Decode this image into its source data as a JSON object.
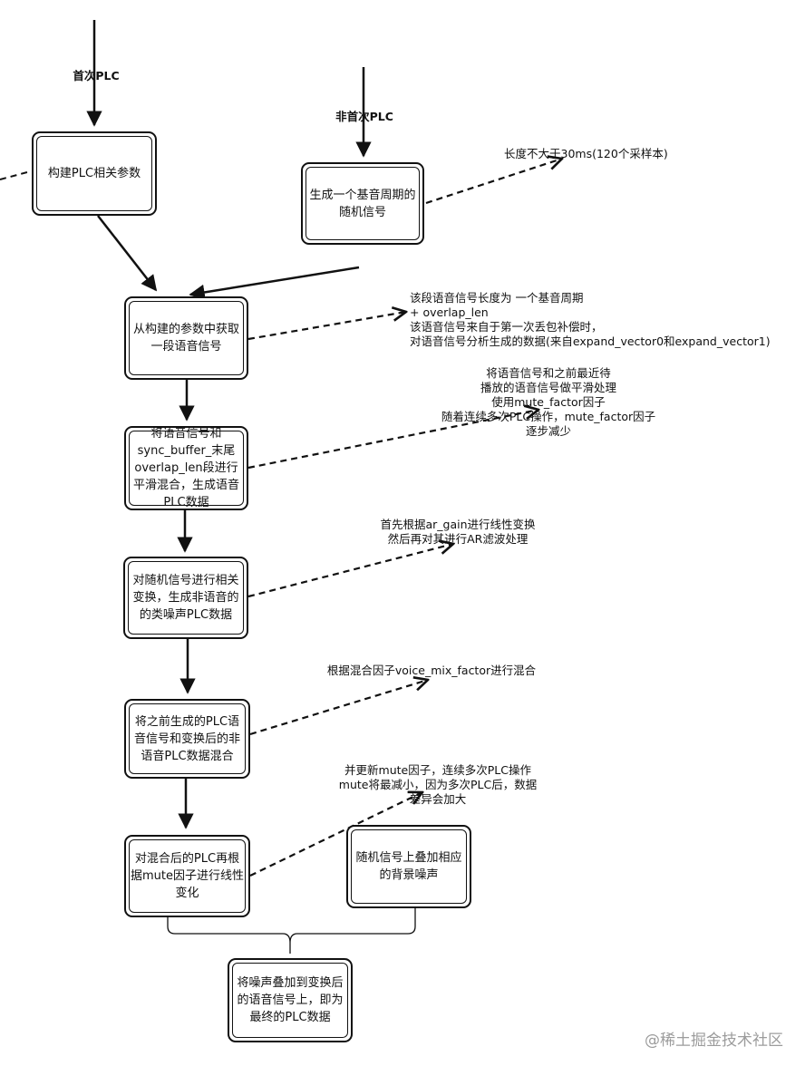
{
  "nodes": {
    "build_params": "构建PLC相关参数",
    "random_signal": "生成一个基音周期的\n随机信号",
    "get_speech": "从构建的参数中获取\n一段语音信号",
    "mix_sync": "将语音信号和\nsync_buffer_末尾\noverlap_len段进行\n平滑混合，生成语音\nPLC数据",
    "transform_random": "对随机信号进行相关\n变换，生成非语音的\n的类噪声PLC数据",
    "mix_plc": "将之前生成的PLC语\n音信号和变换后的非\n语音PLC数据混合",
    "mute_transform": "对混合后的PLC再根\n据mute因子进行线性\n变化",
    "add_noise": "随机信号上叠加相应\n的背景噪声",
    "final": "将噪声叠加到变换后\n的语音信号上，即为\n最终的PLC数据"
  },
  "labels": {
    "first_plc": "首次PLC",
    "non_first_plc": "非首次PLC",
    "length_note": "长度不大于30ms(120个采样本)",
    "segment_note": "该段语音信号长度为 一个基音周期\n+ overlap_len\n该语音信号来自于第一次丢包补偿时，\n对语音信号分析生成的数据(来自expand_vector0和expand_vector1)",
    "smooth_note": "将语音信号和之前最近待\n播放的语音信号做平滑处理\n使用mute_factor因子\n随着连续多次PLC操作，mute_factor因子\n逐步减少",
    "ar_note": "首先根据ar_gain进行线性变换\n然后再对其进行AR滤波处理",
    "mix_note": "根据混合因子voice_mix_factor进行混合",
    "mute_note": "并更新mute因子，连续多次PLC操作\nmute将最减小，因为多次PLC后，数据\n差异会加大"
  },
  "watermark": "@稀土掘金技术社区"
}
